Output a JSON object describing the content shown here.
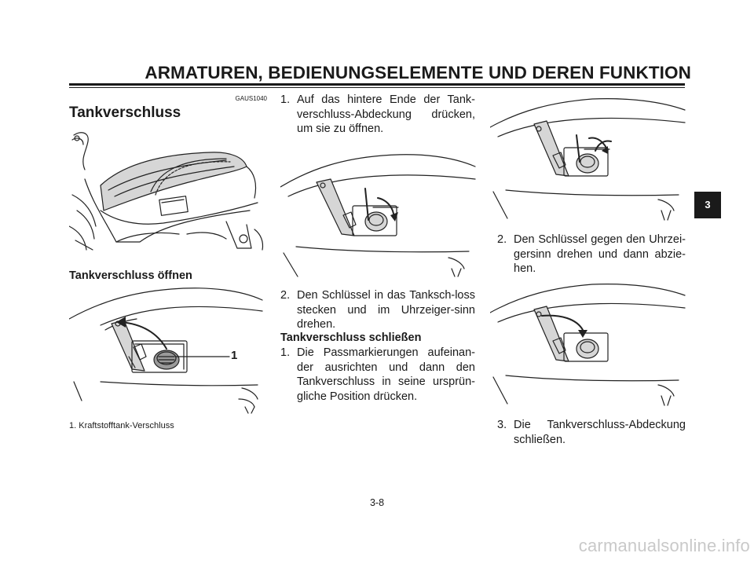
{
  "header": {
    "title": "ARMATUREN, BEDIENUNGSELEMENTE UND DEREN FUNKTION"
  },
  "left_column": {
    "code": "GAUS1040",
    "section_title": "Tankverschluss",
    "open_heading": "Tankverschluss öffnen",
    "callout_number": "1",
    "caption": "1. Kraftstofftank-Verschluss"
  },
  "open_steps": [
    {
      "num": "1.",
      "text": "Auf das hintere Ende der Tank-verschluss-Abdeckung drücken, um sie zu öffnen."
    },
    {
      "num": "2.",
      "text": "Den Schlüssel in das Tanksch-loss stecken und im Uhrzeiger-sinn drehen."
    }
  ],
  "close_heading": "Tankverschluss schließen",
  "close_steps": [
    {
      "num": "1.",
      "text": "Die Passmarkierungen aufeinan-der ausrichten und dann den Tankverschluss in seine ursprün-gliche Position drücken."
    },
    {
      "num": "2.",
      "text": "Den Schlüssel gegen den Uhrzei-gersinn drehen und dann abzie-hen."
    },
    {
      "num": "3.",
      "text": "Die Tankverschluss-Abdeckung schließen."
    }
  ],
  "side_tab": "3",
  "page_number": "3-8",
  "watermark": "carmanualsonline.info",
  "icons": {
    "scooter_illustration": "scooter-overview-illustration",
    "fuel_cap_illustration": "fuel-cap-detail-illustration"
  },
  "colors": {
    "ink": "#1a1a1a",
    "watermark": "#c9c9c9",
    "tab_background": "#1a1a1a"
  }
}
